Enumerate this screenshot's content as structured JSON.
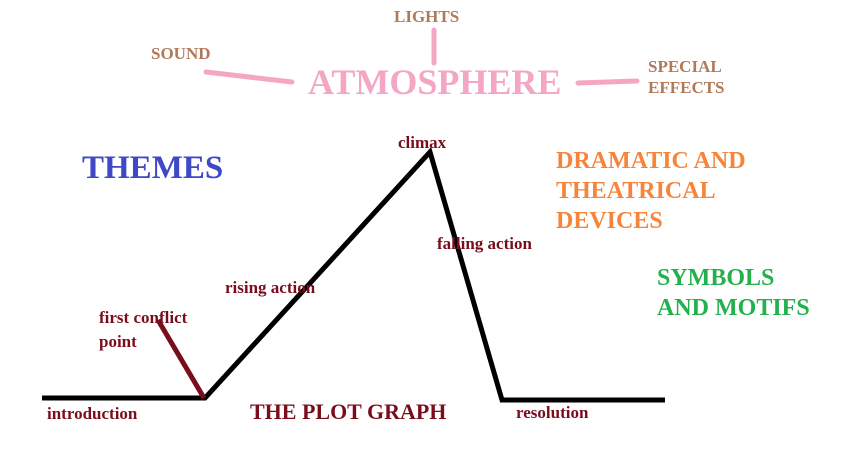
{
  "atmosphere": {
    "title": "ATMOSPHERE",
    "color": "#f4a6c4",
    "branches": [
      {
        "label": "LIGHTS"
      },
      {
        "label": "SOUND"
      },
      {
        "label_line1": "SPECIAL",
        "label_line2": "EFFECTS"
      }
    ],
    "branch_color": "#b07a5a"
  },
  "themes": {
    "label": "THEMES",
    "color": "#3f48c6"
  },
  "dramatic_devices": {
    "line1": "DRAMATIC AND",
    "line2": "THEATRICAL",
    "line3": "DEVICES",
    "color": "#f6843a"
  },
  "symbols": {
    "line1": "SYMBOLS",
    "line2": "AND MOTIFS",
    "color": "#22b14c"
  },
  "plot_graph": {
    "title": "THE PLOT GRAPH",
    "color": "#7a0d1c",
    "stages": {
      "introduction": "introduction",
      "first_conflict_line1": "first conflict",
      "first_conflict_line2": "point",
      "rising_action": "rising action",
      "climax": "climax",
      "falling_action": "falling action",
      "resolution": "resolution"
    }
  }
}
